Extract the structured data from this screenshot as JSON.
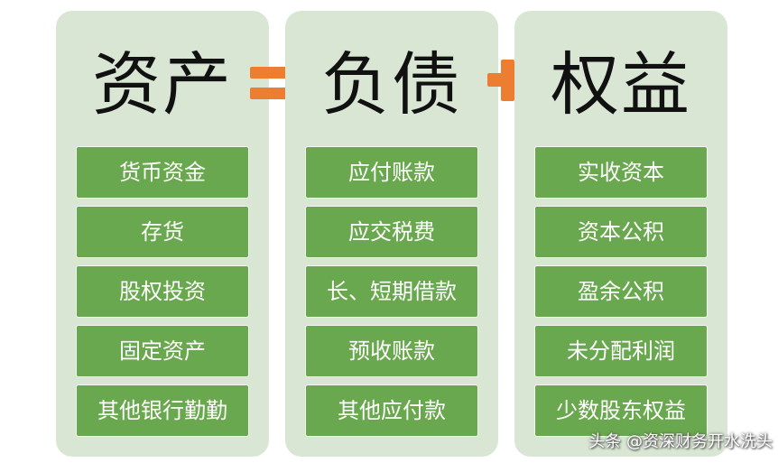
{
  "columns": [
    {
      "title": "资产",
      "items": [
        "货币资金",
        "存货",
        "股权投资",
        "固定资产",
        "其他银行勤勤"
      ]
    },
    {
      "title": "负债",
      "items": [
        "应付账款",
        "应交税费",
        "长、短期借款",
        "预收账款",
        "其他应付款"
      ]
    },
    {
      "title": "权益",
      "items": [
        "实收资本",
        "资本公积",
        "盈余公积",
        "未分配利润",
        "少数股东权益"
      ]
    }
  ],
  "operators": {
    "equals": "equals",
    "plus": "plus"
  },
  "colors": {
    "panel": "#d8e6d3",
    "item": "#6aa84f",
    "operator": "#ed7d31"
  },
  "watermark": "头条 @资深财务开水洗头"
}
